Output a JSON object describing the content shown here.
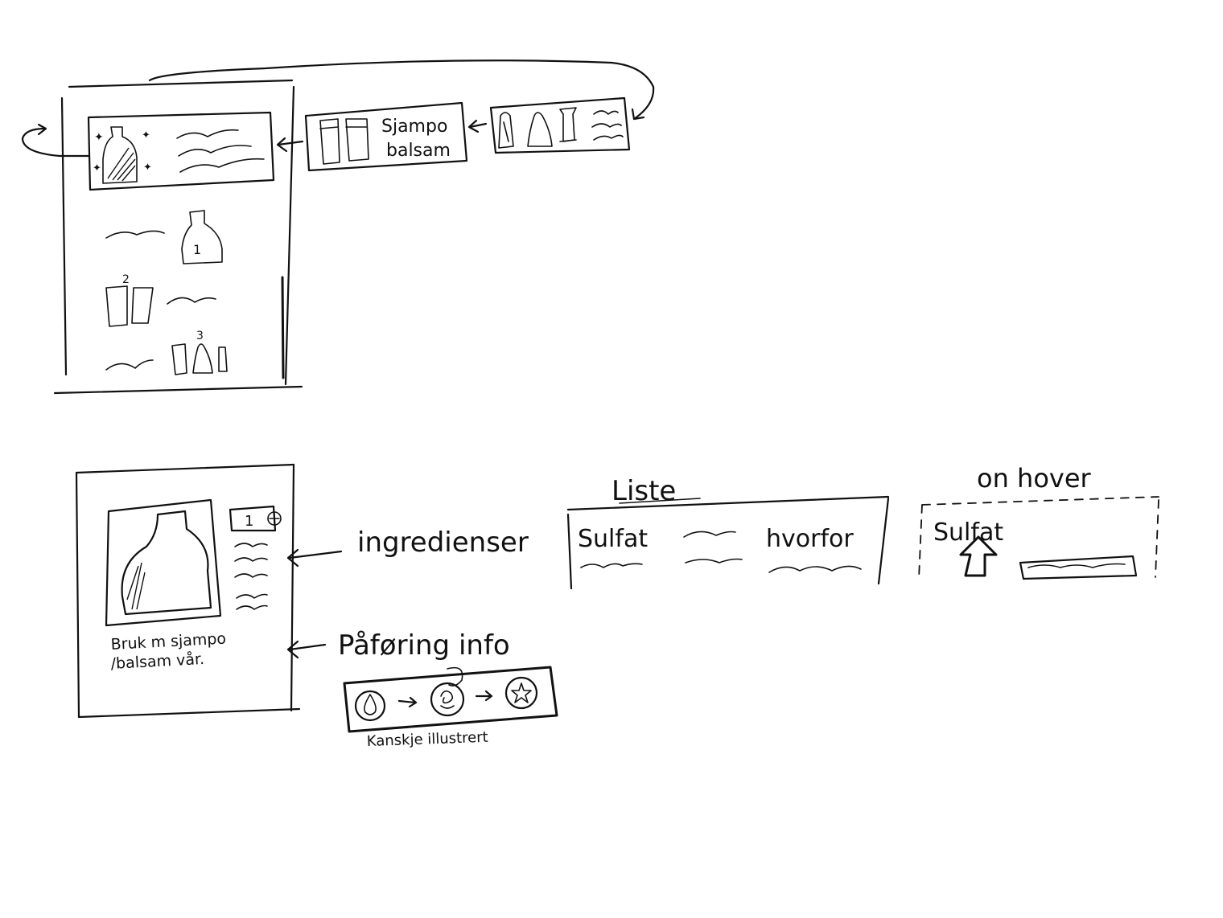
{
  "labels": {
    "shampoo_balsam_line1": "Sjampo",
    "shampoo_balsam_line2": "balsam",
    "number_1": "1",
    "number_2": "2",
    "number_3": "3",
    "card_counter": "1",
    "ingredients": "ingredienser",
    "usage_line1": "Bruk m sjampo",
    "usage_line2": "/balsam vår.",
    "application_info": "Påføring info",
    "maybe_illustrated": "Kanskje illustrert",
    "list_title": "Liste",
    "list_col_ingredient": "Sulfat",
    "list_col_why": "hvorfor",
    "hover_title": "on hover",
    "hover_item": "Sulfat"
  },
  "icons": {
    "drop": "drop-icon",
    "swirl": "swirl-icon",
    "star": "star-icon",
    "bottle": "bottle-icon",
    "cursor": "cursor-arrow-icon"
  },
  "colors": {
    "ink": "#111111",
    "paper": "#ffffff"
  }
}
